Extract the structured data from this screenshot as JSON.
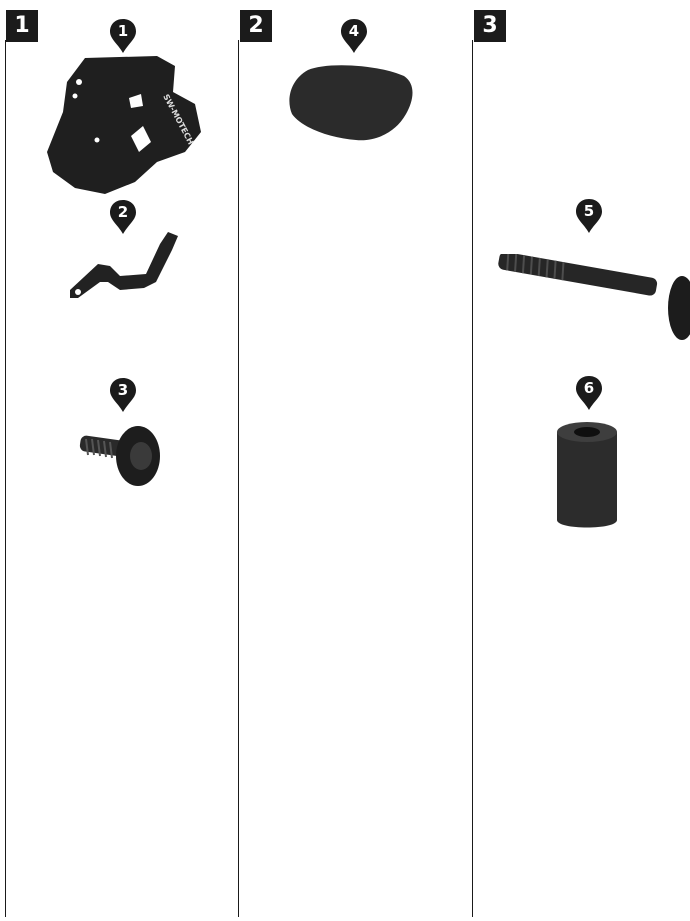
{
  "steps": [
    {
      "label": "1"
    },
    {
      "label": "2"
    },
    {
      "label": "3"
    }
  ],
  "parts": [
    {
      "number": "1",
      "icon": "bracket-plate-icon",
      "logo_text": "SW-MOTECH"
    },
    {
      "number": "2",
      "icon": "bent-bracket-icon"
    },
    {
      "number": "3",
      "icon": "flange-bolt-icon"
    },
    {
      "number": "4",
      "icon": "rubber-pad-icon"
    },
    {
      "number": "5",
      "icon": "long-bolt-icon"
    },
    {
      "number": "6",
      "icon": "spacer-sleeve-icon"
    }
  ],
  "colors": {
    "badge": "#1b1b1b",
    "marker": "#1b1b1b",
    "part": "#222222"
  }
}
